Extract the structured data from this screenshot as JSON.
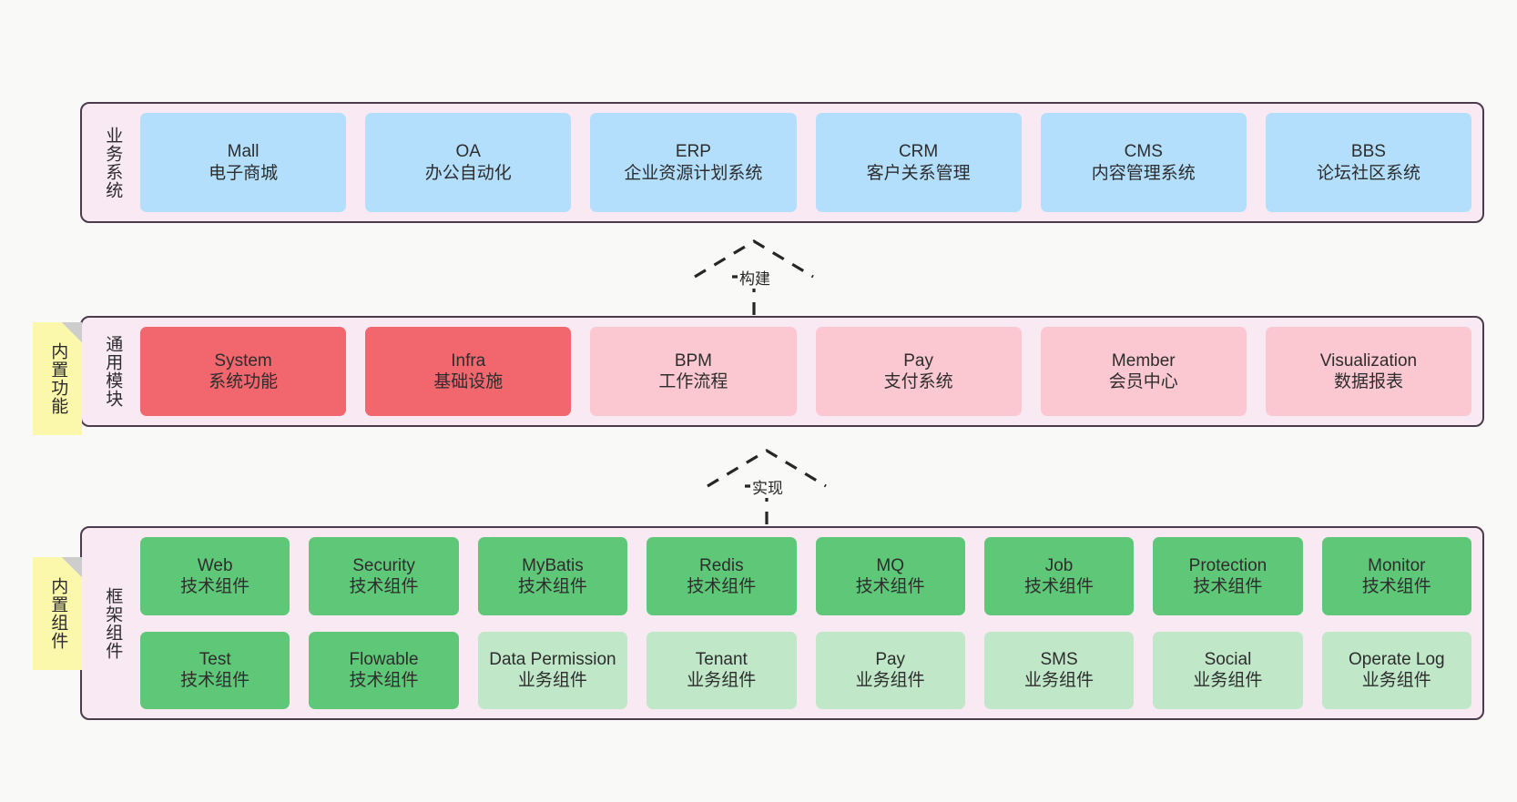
{
  "theme": {
    "page_background": "#f9f9f8",
    "layer_background": "#f8e9f2",
    "layer_border": "#4c3b4d",
    "note_background": "#fcf8ab",
    "note_fold": "#cdcdcd",
    "business_card": "#b3dffc",
    "module_primary": "#f2666e",
    "module_secondary": "#fbc8d2",
    "tech_component": "#5fc878",
    "business_component": "#bfe7c8"
  },
  "layers": [
    {
      "id": "business-system",
      "title": "业务系统",
      "note": null,
      "rows": [
        {
          "cards": [
            {
              "name": "Mall",
              "desc": "电子商城",
              "color": "blue"
            },
            {
              "name": "OA",
              "desc": "办公自动化",
              "color": "blue"
            },
            {
              "name": "ERP",
              "desc": "企业资源计划系统",
              "color": "blue"
            },
            {
              "name": "CRM",
              "desc": "客户关系管理",
              "color": "blue"
            },
            {
              "name": "CMS",
              "desc": "内容管理系统",
              "color": "blue"
            },
            {
              "name": "BBS",
              "desc": "论坛社区系统",
              "color": "blue"
            }
          ]
        }
      ]
    },
    {
      "id": "common-module",
      "title": "通用模块",
      "note": "内置功能",
      "rows": [
        {
          "cards": [
            {
              "name": "System",
              "desc": "系统功能",
              "color": "red"
            },
            {
              "name": "Infra",
              "desc": "基础设施",
              "color": "red"
            },
            {
              "name": "BPM",
              "desc": "工作流程",
              "color": "pink"
            },
            {
              "name": "Pay",
              "desc": "支付系统",
              "color": "pink"
            },
            {
              "name": "Member",
              "desc": "会员中心",
              "color": "pink"
            },
            {
              "name": "Visualization",
              "desc": "数据报表",
              "color": "pink"
            }
          ]
        }
      ]
    },
    {
      "id": "framework-component",
      "title": "框架组件",
      "note": "内置组件",
      "rows": [
        {
          "cards": [
            {
              "name": "Web",
              "desc": "技术组件",
              "color": "green"
            },
            {
              "name": "Security",
              "desc": "技术组件",
              "color": "green"
            },
            {
              "name": "MyBatis",
              "desc": "技术组件",
              "color": "green"
            },
            {
              "name": "Redis",
              "desc": "技术组件",
              "color": "green"
            },
            {
              "name": "MQ",
              "desc": "技术组件",
              "color": "green"
            },
            {
              "name": "Job",
              "desc": "技术组件",
              "color": "green"
            },
            {
              "name": "Protection",
              "desc": "技术组件",
              "color": "green"
            },
            {
              "name": "Monitor",
              "desc": "技术组件",
              "color": "green"
            }
          ]
        },
        {
          "cards": [
            {
              "name": "Test",
              "desc": "技术组件",
              "color": "green"
            },
            {
              "name": "Flowable",
              "desc": "技术组件",
              "color": "green"
            },
            {
              "name": "Data Permission",
              "desc": "业务组件",
              "color": "lgreen"
            },
            {
              "name": "Tenant",
              "desc": "业务组件",
              "color": "lgreen"
            },
            {
              "name": "Pay",
              "desc": "业务组件",
              "color": "lgreen"
            },
            {
              "name": "SMS",
              "desc": "业务组件",
              "color": "lgreen"
            },
            {
              "name": "Social",
              "desc": "业务组件",
              "color": "lgreen"
            },
            {
              "name": "Operate Log",
              "desc": "业务组件",
              "color": "lgreen"
            }
          ]
        }
      ]
    }
  ],
  "connectors": [
    {
      "id": "build",
      "label": "构建",
      "from": "common-module",
      "to": "business-system",
      "style": "dashed-hollow-triangle"
    },
    {
      "id": "implement",
      "label": "实现",
      "from": "framework-component",
      "to": "common-module",
      "style": "dashed-hollow-triangle"
    }
  ]
}
